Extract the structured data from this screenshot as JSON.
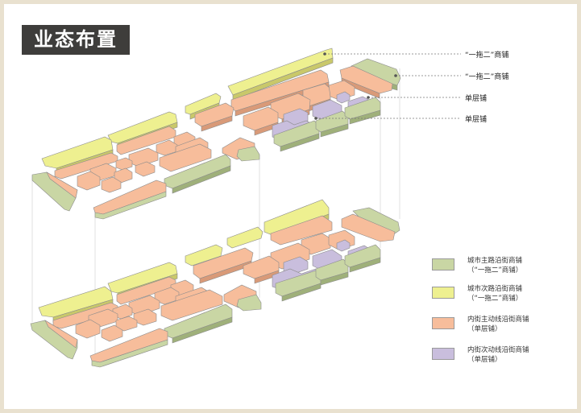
{
  "title": "业态布置",
  "callouts": [
    "“一拖二”商铺",
    "“一拖二”商铺",
    "单层铺",
    "单层铺"
  ],
  "legend": [
    {
      "line1": "城市主路沿街商铺",
      "line2": "（“一拖二”商铺）",
      "color": "#c9d6a4"
    },
    {
      "line1": "城市次路沿街商铺",
      "line2": "（“一拖二”商铺）",
      "color": "#eef090"
    },
    {
      "line1": "内街主动线沿街商铺",
      "line2": "（单层铺）",
      "color": "#f7bd9b"
    },
    {
      "line1": "内街次动线沿街商铺",
      "line2": "（单层铺）",
      "color": "#c9bedd"
    }
  ],
  "colors": {
    "green": "#c9d6a4",
    "yellow": "#eef090",
    "salmon": "#f7bd9b",
    "purple": "#c9bedd"
  }
}
